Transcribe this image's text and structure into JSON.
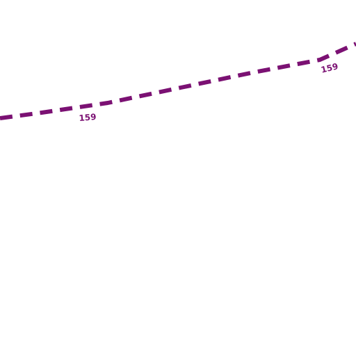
{
  "map": {
    "background_color": "#ffffff",
    "route": {
      "style": "dashed",
      "color": "#7b1173",
      "labels": [
        "159",
        "159"
      ]
    }
  }
}
